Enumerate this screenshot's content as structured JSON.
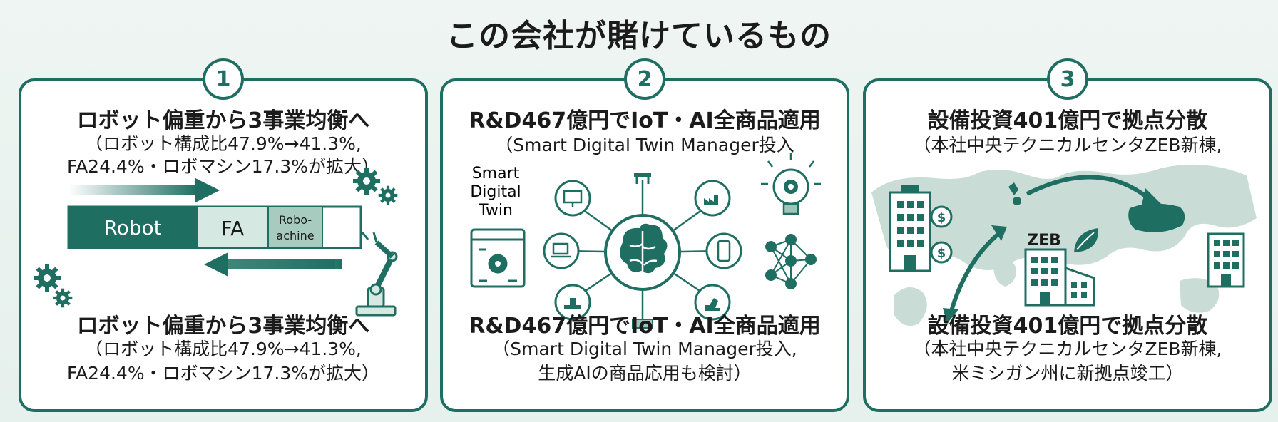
{
  "title": "この会社が賭けているもの",
  "panels": [
    {
      "number": "1",
      "heading_top": "ロボット偏重から3事業均衡へ",
      "sub_top": [
        "（ロボット構成比47.9%→41.3%,",
        "FA24.4%・ロボマシン17.3%が拡大）"
      ],
      "bar_segments": [
        {
          "label": "Robot",
          "value": 47.9
        },
        {
          "label": "FA",
          "value": 24.4
        },
        {
          "label": "Robo-\nachine",
          "value": 17.3
        }
      ],
      "heading_bottom": "ロボット偏重から3事業均衡へ",
      "sub_bottom": [
        "（ロボット構成比47.9%→41.3%,",
        "FA24.4%・ロボマシン17.3%が拡大）"
      ]
    },
    {
      "number": "2",
      "heading_top": "R&D467億円でIoT・AI全商品適用",
      "sub_top": [
        "（Smart Digital Twin Manager投入"
      ],
      "smart_label": [
        "Smart",
        "Digital",
        "Twin"
      ],
      "heading_bottom": "R&D467億円でIoT・AI全商品適用",
      "sub_bottom": [
        "（Smart Digital Twin Manager投入,",
        "生成AIの商品応用も検討）"
      ]
    },
    {
      "number": "3",
      "heading_top": "設備投資401億円で拠点分散",
      "sub_top": [
        "（本社中央テクニカルセンタZEB新棟,"
      ],
      "zeb_label": "ZEB",
      "heading_bottom": "設備投資401億円で拠点分散",
      "sub_bottom": [
        "（本社中央テクニカルセンタZEB新棟,",
        "米ミシガン州に新拠点竣工）"
      ]
    }
  ],
  "colors": {
    "primary": "#1f6e62",
    "light": "#cfe3dc",
    "mid": "#9fc4b8",
    "map": "#c9ddd6"
  },
  "icons": [
    "gear-icon",
    "robot-arm-icon",
    "brain-icon",
    "monitor-icon",
    "factory-icon",
    "phone-icon",
    "lightbulb-icon",
    "neural-network-icon",
    "building-icon",
    "dollar-icon",
    "leaf-icon",
    "world-map-icon"
  ]
}
